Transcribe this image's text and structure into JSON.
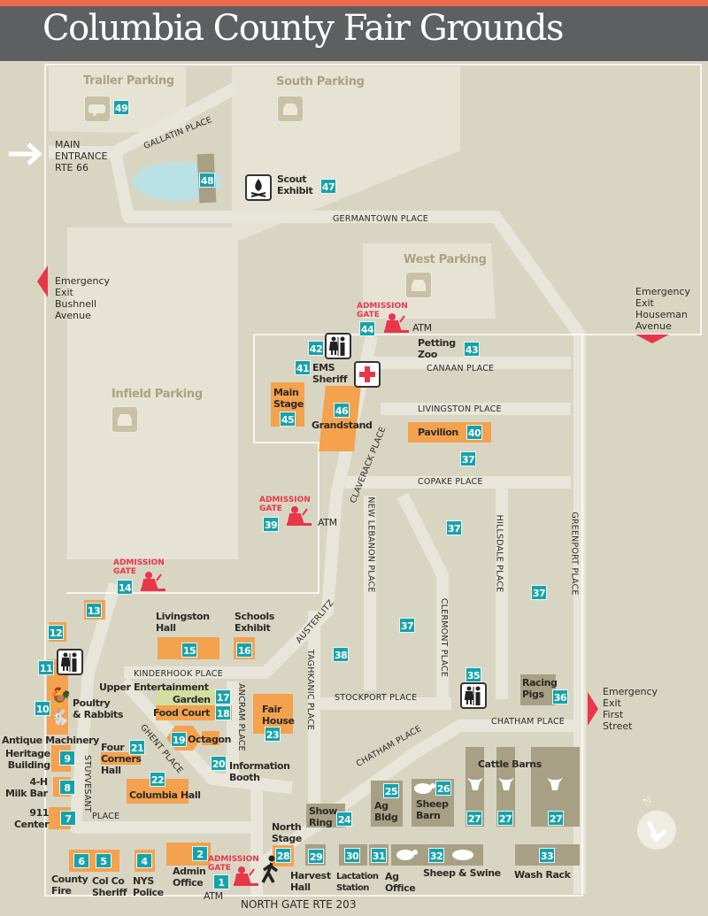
{
  "title": "Columbia County Fair Grounds",
  "colors": {
    "accent_bar": "#ee6a4f",
    "header": "#5e5f61",
    "ground": "#d9d5c3",
    "road": "#e7e5d8",
    "building": "#f4a24e",
    "barn": "#a8a084",
    "marker": "#17a2ab",
    "gate": "#e8364a",
    "pond": "#b9e1e6"
  },
  "parking": {
    "trailer": "Trailer Parking",
    "south": "South Parking",
    "west": "West Parking",
    "infield": "Infield Parking"
  },
  "entrances": {
    "main": "MAIN\nENTRANCE\nRTE 66",
    "bushnell": "Emergency\nExit\nBushnell\nAvenue",
    "houseman": "Emergency\nExit\nHouseman\nAvenue",
    "first_street": "Emergency\nExit\nFirst\nStreet",
    "north_gate": "NORTH GATE   RTE 203"
  },
  "gate_label": "ADMISSION\nGATE",
  "atm": "ATM",
  "streets": {
    "gallatin": "GALLATIN  PLACE",
    "germantown": "GERMANTOWN  PLACE",
    "canaan": "CANAAN  PLACE",
    "livingston": "LIVINGSTON  PLACE",
    "copake": "COPAKE  PLACE",
    "claverack": "CLAVERACK  PLACE",
    "new_lebanon": "NEW LEBANON  PLACE",
    "clermont": "CLERMONT  PLACE",
    "hillsdale": "HILLSDALE  PLACE",
    "greenport": "GREENPORT  PLACE",
    "austerlitz": "AUSTERLITZ",
    "taghkanic": "TAGHKANIC  PLACE",
    "stockport": "STOCKPORT  PLACE",
    "chatham": "CHATHAM  PLACE",
    "chatham_diag": "CHATHAM  PLACE",
    "kinderhook": "KINDERHOOK  PLACE",
    "ancram": "ANCRAM  PLACE",
    "ghent": "GHENT  PLACE",
    "stuyvesant": "STUYVESANT",
    "stuyvesant_place": "PLACE"
  },
  "labels": {
    "scout": "Scout\nExhibit",
    "ems": "EMS\nSheriff",
    "petting_zoo": "Petting\nZoo",
    "main_stage": "Main\nStage",
    "grandstand": "Grandstand",
    "pavilion": "Pavilion",
    "livingston_hall": "Livingston\nHall",
    "schools": "Schools\nExhibit",
    "upper_ent": "Upper Entertainment",
    "garden": "Garden",
    "food_court": "Food Court",
    "poultry": "Poultry\n& Rabbits",
    "octagon": "Octagon",
    "antique": "Antique Machinery",
    "heritage": "Heritage\nBuilding",
    "four_corners": "Four\nCorners\nHall",
    "info": "Information\nBooth",
    "columbia_hall": "Columbia Hall",
    "fair_house": "Fair\nHouse",
    "milk_bar": "4-H\nMilk Bar",
    "center_911": "911\nCenter",
    "county_fire": "County\nFire",
    "sheriff": "Col Co\nSheriff",
    "police": "NYS\nPolice",
    "admin": "Admin\nOffice",
    "north_stage": "North\nStage",
    "show_ring": "Show\nRing",
    "ag_bldg": "Ag\nBldg",
    "sheep_barn": "Sheep\nBarn",
    "cattle": "Cattle Barns",
    "harvest": "Harvest\nHall",
    "lactation": "Lactation\nStation",
    "ag_office": "Ag\nOffice",
    "sheep_swine": "Sheep & Swine",
    "wash_rack": "Wash Rack",
    "racing_pigs": "Racing\nPigs"
  },
  "markers": [
    "49",
    "48",
    "47",
    "44",
    "43",
    "42",
    "41",
    "46",
    "45",
    "40",
    "37",
    "37",
    "37",
    "37",
    "38",
    "39",
    "14",
    "13",
    "12",
    "11",
    "10",
    "9",
    "8",
    "7",
    "6",
    "5",
    "4",
    "2",
    "1",
    "15",
    "16",
    "17",
    "18",
    "19",
    "20",
    "21",
    "22",
    "23",
    "24",
    "25",
    "26",
    "27",
    "27",
    "27",
    "28",
    "29",
    "30",
    "31",
    "32",
    "33",
    "35",
    "36"
  ],
  "compass": "N"
}
